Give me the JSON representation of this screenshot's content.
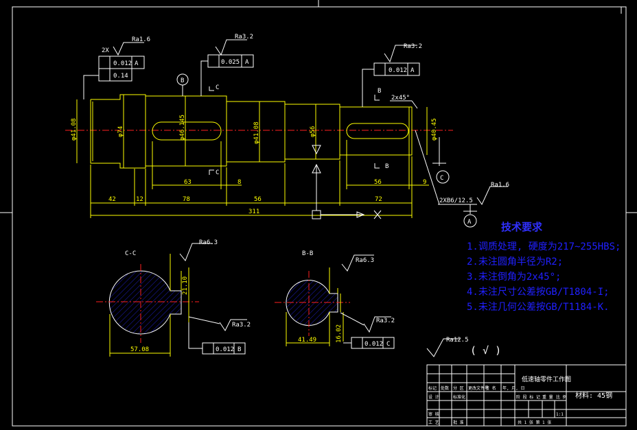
{
  "dims": {
    "d1": "φ41.08",
    "d2": "φ74",
    "d3": "φ46.145",
    "d4": "φ41.08",
    "d5": "φ56",
    "d6": "φ40.45",
    "l42": "42",
    "l12": "12",
    "l78": "78",
    "l56a": "56",
    "l72": "72",
    "l311": "311",
    "l63": "63",
    "l8": "8",
    "l56b": "56",
    "l9": "9"
  },
  "tolerances": {
    "t1_sym": "2X",
    "t1_val": "0.012",
    "t1_ref": "A",
    "t1_val2": "0.14",
    "t1_ra": "Ra1.6",
    "t2_val": "0.025",
    "t2_ref": "A",
    "t2_ra": "Ra3.2",
    "t3_val": "0.012",
    "t3_ref": "A",
    "t3_ra": "Ra3.2",
    "chamfer": "2x45°",
    "thread": "2XB6/12.5",
    "ra_thread": "Ra1.6"
  },
  "labels": {
    "datumB": "B",
    "datumC": "C",
    "datumA": "A",
    "secC1": "C",
    "secC2": "C",
    "secB1": "B",
    "secB2": "B",
    "viewCC": "C-C",
    "viewBB": "B-B"
  },
  "sections": {
    "cc_ra1": "Ra6.3",
    "cc_ra2": "Ra3.2",
    "cc_dim1": "21.10",
    "cc_dim2": "57.08",
    "cc_tol": "0.012",
    "cc_ref": "B",
    "bb_ra1": "Ra6.3",
    "bb_ra2": "Ra3.2",
    "bb_dim1": "41.49",
    "bb_dim2": "16.02",
    "bb_tol": "0.012",
    "bb_ref": "C"
  },
  "requirements": {
    "title": "技术要求",
    "items": [
      "1.调质处理, 硬度为217~255HBS;",
      "2.未注圆角半径为R2;",
      "3.未注倒角为2x45°;",
      "4.未注尺寸公差按GB/T1804-I;",
      "5.未注几何公差按GB/T1184-K."
    ]
  },
  "roughness_general": {
    "ra": "Ra12.5",
    "mark": "(  √ )"
  },
  "title_block": {
    "part_name": "低速轴零件工作图",
    "material": "材料: 45钢",
    "col1": "标记",
    "col2": "处数",
    "col3": "分 区",
    "col4": "更改文件号",
    "col5": "签 名",
    "col6": "年, 月, 日",
    "row_design": "设 计",
    "row_check": "审 核",
    "row_process": "工 艺",
    "row_std": "标准化",
    "row_approve": "批 准",
    "stage": "阶 段 标 记",
    "weight": "重 量",
    "scale": "比 例",
    "sheets": "共 1 张  第 1 张",
    "scale_val": "1:1"
  }
}
